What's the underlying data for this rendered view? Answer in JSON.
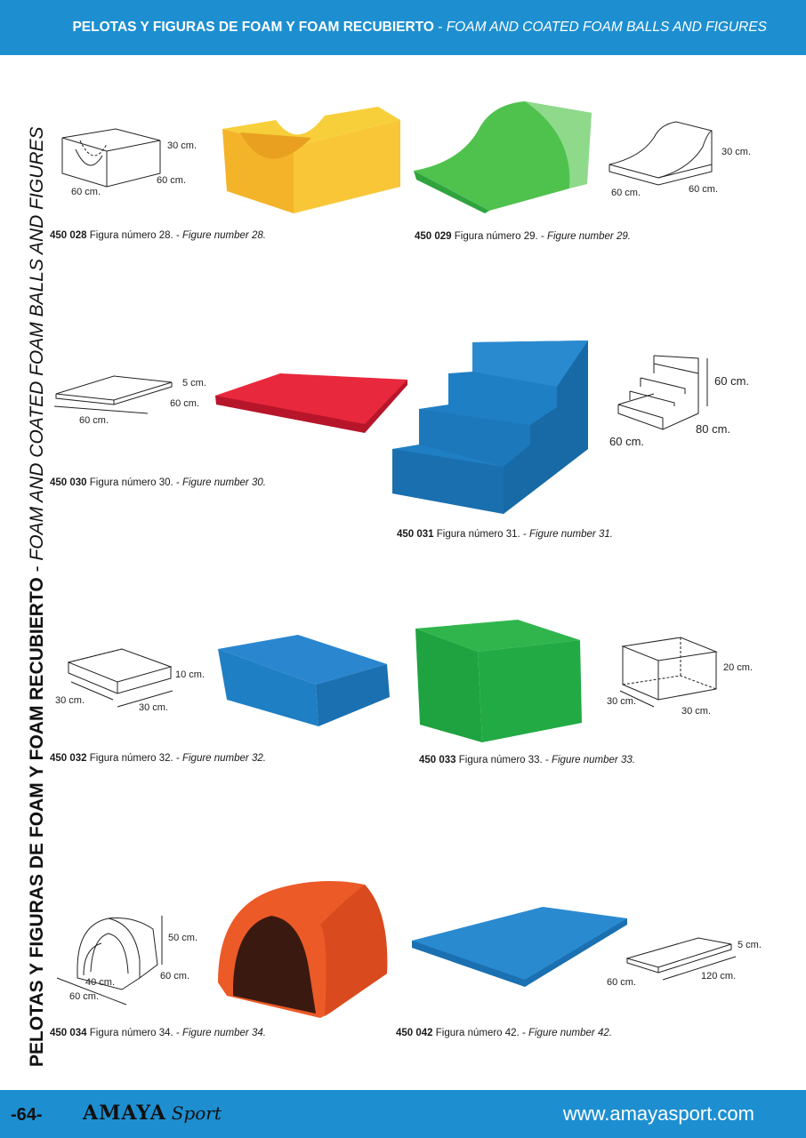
{
  "header": {
    "title_es": "PELOTAS Y FIGURAS DE FOAM Y FOAM RECUBIERTO",
    "separator": " - ",
    "title_en": "FOAM AND COATED FOAM BALLS AND FIGURES"
  },
  "sidebar": {
    "title_es": "PELOTAS Y FIGURAS DE FOAM Y FOAM RECUBIERTO",
    "separator": " - ",
    "title_en": "FOAM AND COATED FOAM BALLS AND FIGURES"
  },
  "colors": {
    "brand_blue": "#1d8fd1",
    "yellow": "#f4b42a",
    "green": "#3cb54a",
    "red": "#e0263a",
    "blue": "#1f7fc4",
    "dark_green": "#1ea340",
    "orange": "#ec5a28"
  },
  "products": [
    {
      "code": "450 028",
      "name_es": "Figura número 28. - ",
      "name_en": "Figure number 28.",
      "dims": [
        "30 cm.",
        "60 cm.",
        "60 cm."
      ]
    },
    {
      "code": "450 029",
      "name_es": "Figura número 29. - ",
      "name_en": "Figure number 29.",
      "dims": [
        "30 cm.",
        "60 cm.",
        "60 cm."
      ]
    },
    {
      "code": "450 030",
      "name_es": "Figura número 30.  - ",
      "name_en": "Figure number 30.",
      "dims": [
        "5 cm.",
        "60 cm.",
        "60 cm."
      ]
    },
    {
      "code": "450 031",
      "name_es": "Figura número 31. - ",
      "name_en": "Figure number 31.",
      "dims": [
        "60 cm.",
        "80 cm.",
        "60 cm."
      ]
    },
    {
      "code": "450 032",
      "name_es": "Figura número 32. - ",
      "name_en": "Figure number 32.",
      "dims": [
        "10 cm.",
        "30 cm.",
        "30 cm."
      ]
    },
    {
      "code": "450 033",
      "name_es": "Figura número 33. - ",
      "name_en": "Figure number 33.",
      "dims": [
        "20 cm.",
        "30 cm.",
        "30 cm."
      ]
    },
    {
      "code": "450 034",
      "name_es": "Figura número 34.  - ",
      "name_en": "Figure number 34.",
      "dims": [
        "50 cm.",
        "60 cm.",
        "40 cm.",
        "60 cm."
      ]
    },
    {
      "code": "450 042",
      "name_es": "Figura número 42. - ",
      "name_en": "Figure number 42.",
      "dims": [
        "5 cm.",
        "60 cm.",
        "120 cm."
      ]
    }
  ],
  "footer": {
    "page_number": "-64-",
    "logo_brand": "AMAYA",
    "logo_suffix": "Sport",
    "url": "www.amayasport.com"
  }
}
